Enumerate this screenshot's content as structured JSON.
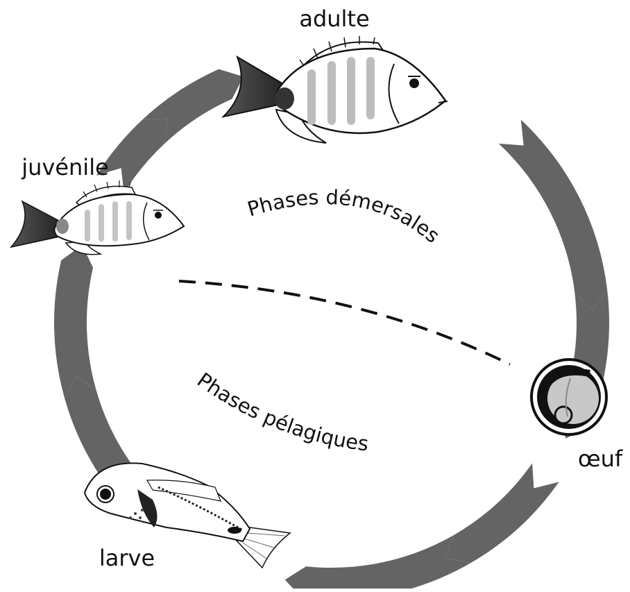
{
  "labels": {
    "adult": "adulte",
    "juvenile": "juvénile",
    "larva": "larve",
    "egg": "œuf"
  },
  "phases": {
    "demersal": "Phases démersales",
    "pelagic": "Phases pélagiques"
  },
  "colors": {
    "arrow": "#646464",
    "line": "#111111",
    "band": "#c8c8c8",
    "background": "#ffffff"
  },
  "icons": {
    "adult": "adult-sea-bream-fish",
    "juvenile": "juvenile-fish",
    "larva": "fish-larva",
    "egg": "fish-egg"
  }
}
